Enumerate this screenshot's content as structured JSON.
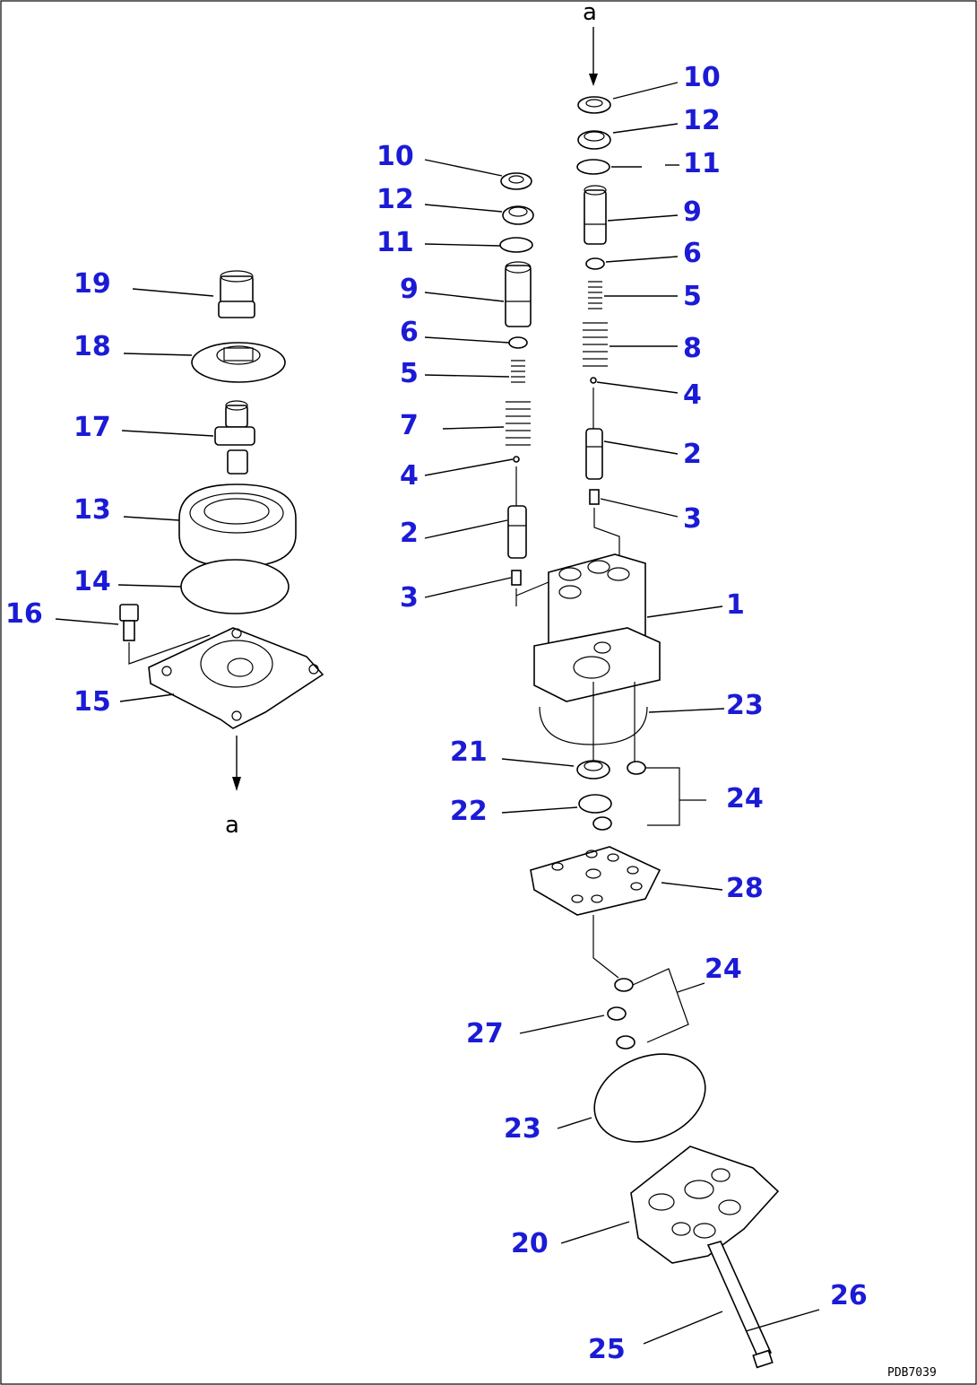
{
  "diagram_code": "PDB7039",
  "ref_marks": {
    "top": "a",
    "bottom": "a"
  },
  "callouts": [
    {
      "id": "c10a",
      "label": "10"
    },
    {
      "id": "c12a",
      "label": "12"
    },
    {
      "id": "c11a",
      "label": "11"
    },
    {
      "id": "c9a",
      "label": "9"
    },
    {
      "id": "c6a",
      "label": "6"
    },
    {
      "id": "c5a",
      "label": "5"
    },
    {
      "id": "c8",
      "label": "8"
    },
    {
      "id": "c4a",
      "label": "4"
    },
    {
      "id": "c2a",
      "label": "2"
    },
    {
      "id": "c3a",
      "label": "3"
    },
    {
      "id": "c10b",
      "label": "10"
    },
    {
      "id": "c12b",
      "label": "12"
    },
    {
      "id": "c11b",
      "label": "11"
    },
    {
      "id": "c9b",
      "label": "9"
    },
    {
      "id": "c6b",
      "label": "6"
    },
    {
      "id": "c5b",
      "label": "5"
    },
    {
      "id": "c7",
      "label": "7"
    },
    {
      "id": "c4b",
      "label": "4"
    },
    {
      "id": "c2b",
      "label": "2"
    },
    {
      "id": "c3b",
      "label": "3"
    },
    {
      "id": "c19",
      "label": "19"
    },
    {
      "id": "c18",
      "label": "18"
    },
    {
      "id": "c17",
      "label": "17"
    },
    {
      "id": "c13",
      "label": "13"
    },
    {
      "id": "c14",
      "label": "14"
    },
    {
      "id": "c16",
      "label": "16"
    },
    {
      "id": "c15",
      "label": "15"
    },
    {
      "id": "c1",
      "label": "1"
    },
    {
      "id": "c23a",
      "label": "23"
    },
    {
      "id": "c21",
      "label": "21"
    },
    {
      "id": "c24a",
      "label": "24"
    },
    {
      "id": "c22",
      "label": "22"
    },
    {
      "id": "c28",
      "label": "28"
    },
    {
      "id": "c24b",
      "label": "24"
    },
    {
      "id": "c27",
      "label": "27"
    },
    {
      "id": "c23b",
      "label": "23"
    },
    {
      "id": "c20",
      "label": "20"
    },
    {
      "id": "c26",
      "label": "26"
    },
    {
      "id": "c25",
      "label": "25"
    }
  ]
}
